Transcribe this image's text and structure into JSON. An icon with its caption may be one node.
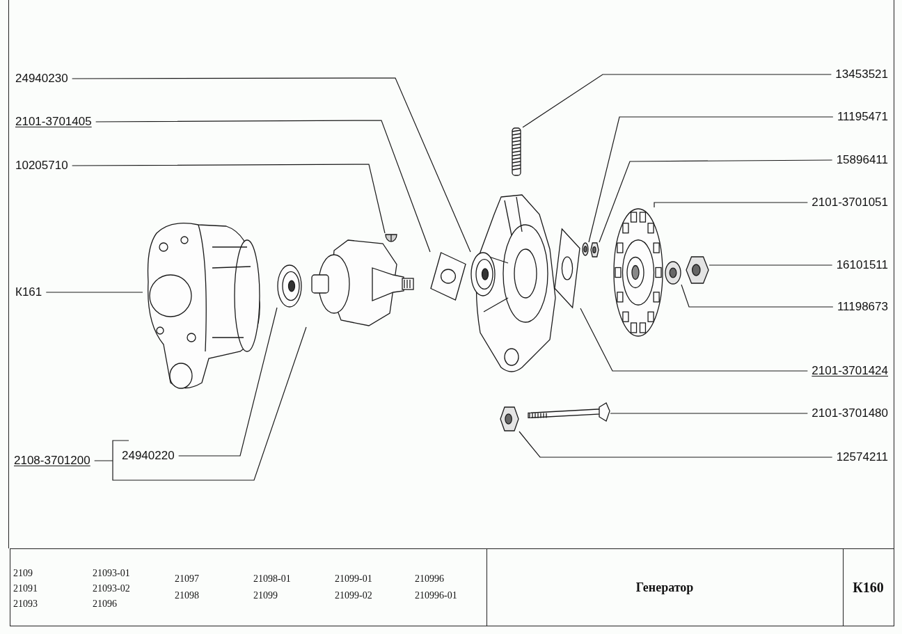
{
  "diagram": {
    "nodes": [
      {
        "text": [
          "24940230"
        ]
      },
      {
        "text": [
          "2101-3701405"
        ]
      },
      {
        "text": [
          "10205710"
        ]
      },
      {
        "text": [
          "К161"
        ]
      },
      {
        "text": [
          "2108-3701200"
        ]
      },
      {
        "text": [
          "24940220"
        ]
      },
      {
        "text": [
          "13453521"
        ]
      },
      {
        "text": [
          "11195471"
        ]
      },
      {
        "text": [
          "15896411"
        ]
      },
      {
        "text": [
          "2101-3701051"
        ]
      },
      {
        "text": [
          "16101511"
        ]
      },
      {
        "text": [
          "11198673"
        ]
      },
      {
        "text": [
          "2101-3701424"
        ]
      },
      {
        "text": [
          "2101-3701480"
        ]
      },
      {
        "text": [
          "12574211"
        ]
      },
      {
        "text": [],
        "shape": "picture"
      },
      {
        "text": [],
        "shape": "picture"
      },
      {
        "text": [],
        "shape": "picture"
      },
      {
        "text": [],
        "shape": "picture"
      },
      {
        "text": [],
        "shape": "picture"
      },
      {
        "text": [],
        "shape": "picture"
      },
      {
        "text": [],
        "shape": "picture"
      },
      {
        "text": [],
        "shape": "picture"
      },
      {
        "text": [],
        "shape": "picture"
      },
      {
        "text": [],
        "shape": "picture"
      },
      {
        "text": [],
        "shape": "picture"
      },
      {
        "text": [],
        "shape": "picture"
      },
      {
        "text": [],
        "shape": "picture"
      },
      {
        "text": [],
        "shape": "picture"
      },
      {
        "text": [],
        "shape": "picture"
      }
    ],
    "edges": [
      {
        "from": 0,
        "to": 20,
        "arrow": "none"
      },
      {
        "from": 1,
        "to": 19,
        "arrow": "none"
      },
      {
        "from": 2,
        "to": 18,
        "arrow": "none"
      },
      {
        "from": 3,
        "to": 15,
        "arrow": "none"
      },
      {
        "from": 4,
        "to": 17,
        "arrow": "none"
      },
      {
        "from": 5,
        "to": 16,
        "arrow": "none"
      },
      {
        "from": 6,
        "to": 21,
        "arrow": "none"
      },
      {
        "from": 7,
        "to": 22,
        "arrow": "none"
      },
      {
        "from": 8,
        "to": 23,
        "arrow": "none"
      },
      {
        "from": 9,
        "to": 24,
        "arrow": "none"
      },
      {
        "from": 10,
        "to": 26,
        "arrow": "none"
      },
      {
        "from": 11,
        "to": 25,
        "arrow": "none"
      },
      {
        "from": 12,
        "to": 27,
        "arrow": "none"
      },
      {
        "from": 13,
        "to": 28,
        "arrow": "none"
      },
      {
        "from": 14,
        "to": 29,
        "arrow": "none"
      }
    ],
    "labels": [
      "2109",
      "21091",
      "21093",
      "21093-01",
      "21093-02",
      "21096",
      "21097",
      "21098",
      "21098-01",
      "21099",
      "21099-01",
      "21099-02",
      "210996",
      "210996-01",
      "Генератор",
      "К160"
    ]
  }
}
